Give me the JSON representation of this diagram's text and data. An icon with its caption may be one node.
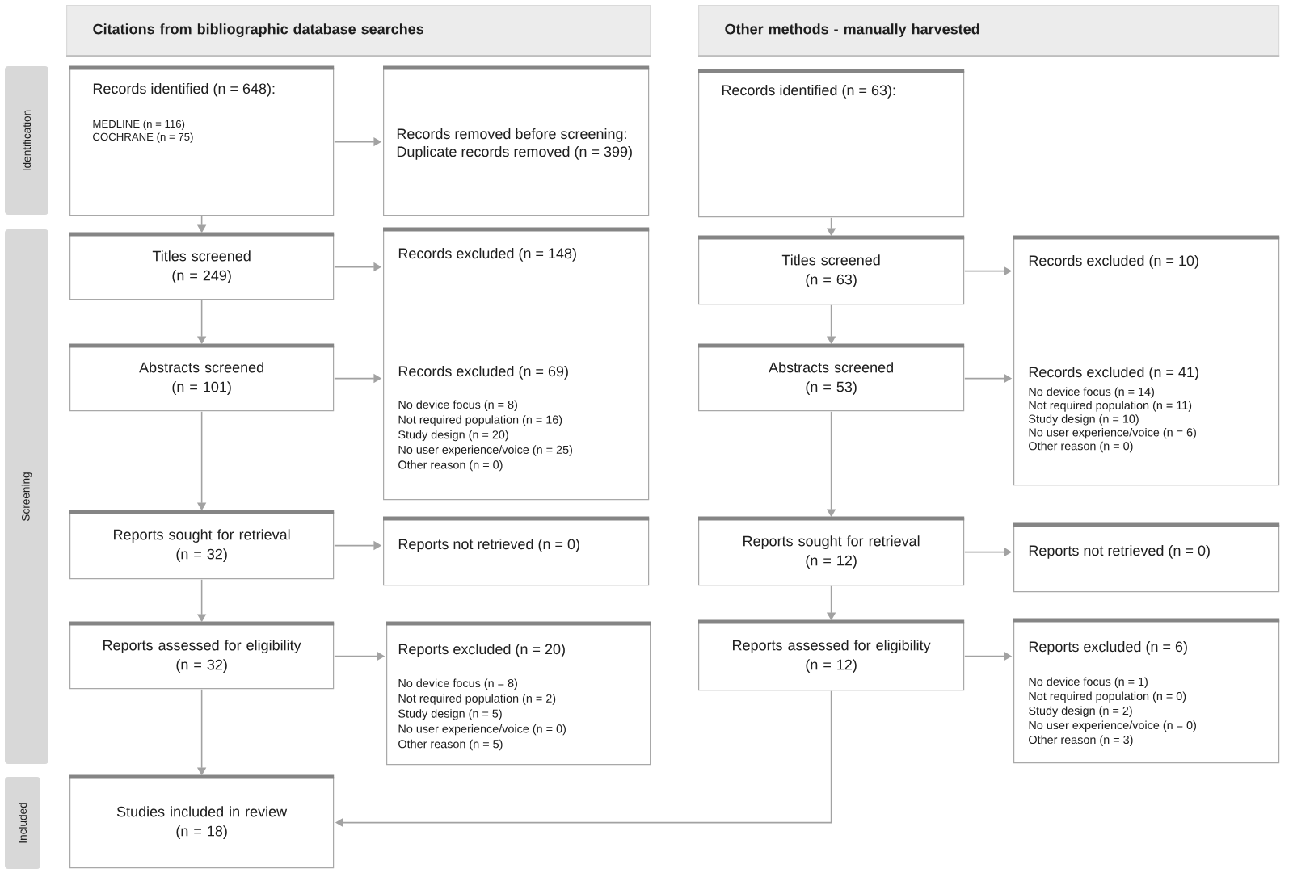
{
  "diagram": {
    "nodes": [
      {
        "text": [
          "Citations from bibliographic database searches"
        ]
      },
      {
        "text": [
          "Other methods - manually harvested"
        ]
      },
      {
        "text": [
          "Identification"
        ]
      },
      {
        "text": [
          "Screening"
        ]
      },
      {
        "text": [
          "Included"
        ]
      },
      {
        "text": [
          "Records identified (n = 648):",
          "MEDLINE (n = 116)",
          "COCHRANE (n = 75)"
        ]
      },
      {
        "text": [
          "Records removed before screening:",
          "Duplicate records removed (n = 399)"
        ]
      },
      {
        "text": [
          "Records identified (n = 63):"
        ]
      },
      {
        "text": [
          "Titles screened (n = 249)"
        ]
      },
      {
        "text": [
          "Records excluded (n = 148)",
          "Records excluded (n = 69)",
          "No device focus (n = 8)",
          "Not required population (n = 16)",
          "Study design (n = 20)",
          "No user experience/voice (n = 25)",
          "Other reason (n = 0)"
        ]
      },
      {
        "text": [
          "Titles screened (n = 63)"
        ]
      },
      {
        "text": [
          "Records excluded (n = 10)",
          "Records excluded (n = 41)",
          "No device focus (n = 14)",
          "Not required population (n = 11)",
          "Study design (n = 10)",
          "No user experience/voice (n = 6)",
          "Other reason (n = 0)"
        ]
      },
      {
        "text": [
          "Abstracts screened (n = 101)"
        ]
      },
      {
        "text": [
          "Abstracts screened (n = 53)"
        ]
      },
      {
        "text": [
          "Reports sought for retrieval (n = 32)"
        ]
      },
      {
        "text": [
          "Reports not retrieved (n = 0)"
        ]
      },
      {
        "text": [
          "Reports sought for retrieval (n = 12)"
        ]
      },
      {
        "text": [
          "Reports not retrieved (n = 0)"
        ]
      },
      {
        "text": [
          "Reports assessed for eligibility (n = 32)"
        ]
      },
      {
        "text": [
          "Reports excluded (n = 20)",
          "No device focus (n = 8)",
          "Not required population (n = 2)",
          "Study design (n = 5)",
          "No user experience/voice (n = 0)",
          "Other reason (n = 5)"
        ]
      },
      {
        "text": [
          "Reports assessed for eligibility (n = 12)"
        ]
      },
      {
        "text": [
          "Reports excluded (n = 6)",
          "No device focus (n = 1)",
          "Not required population (n = 0)",
          "Study design (n = 2)",
          "No user experience/voice (n = 0)",
          "Other reason (n = 3)"
        ]
      },
      {
        "text": [
          "Studies included in review (n = 18)"
        ]
      }
    ],
    "edges": [
      {
        "from": 5,
        "to": 6,
        "arrow": "to"
      },
      {
        "from": 5,
        "to": 8,
        "arrow": "to"
      },
      {
        "from": 7,
        "to": 10,
        "arrow": "to"
      },
      {
        "from": 8,
        "to": 9,
        "arrow": "to"
      },
      {
        "from": 8,
        "to": 12,
        "arrow": "to"
      },
      {
        "from": 10,
        "to": 11,
        "arrow": "to"
      },
      {
        "from": 10,
        "to": 13,
        "arrow": "to"
      },
      {
        "from": 12,
        "to": 9,
        "arrow": "to"
      },
      {
        "from": 12,
        "to": 14,
        "arrow": "to"
      },
      {
        "from": 13,
        "to": 11,
        "arrow": "to"
      },
      {
        "from": 13,
        "to": 16,
        "arrow": "to"
      },
      {
        "from": 14,
        "to": 15,
        "arrow": "to"
      },
      {
        "from": 14,
        "to": 18,
        "arrow": "to"
      },
      {
        "from": 16,
        "to": 17,
        "arrow": "to"
      },
      {
        "from": 16,
        "to": 20,
        "arrow": "to"
      },
      {
        "from": 18,
        "to": 19,
        "arrow": "to"
      },
      {
        "from": 18,
        "to": 22,
        "arrow": "to"
      },
      {
        "from": 20,
        "to": 21,
        "arrow": "to"
      },
      {
        "from": 20,
        "to": 22,
        "arrow": "to"
      }
    ]
  }
}
